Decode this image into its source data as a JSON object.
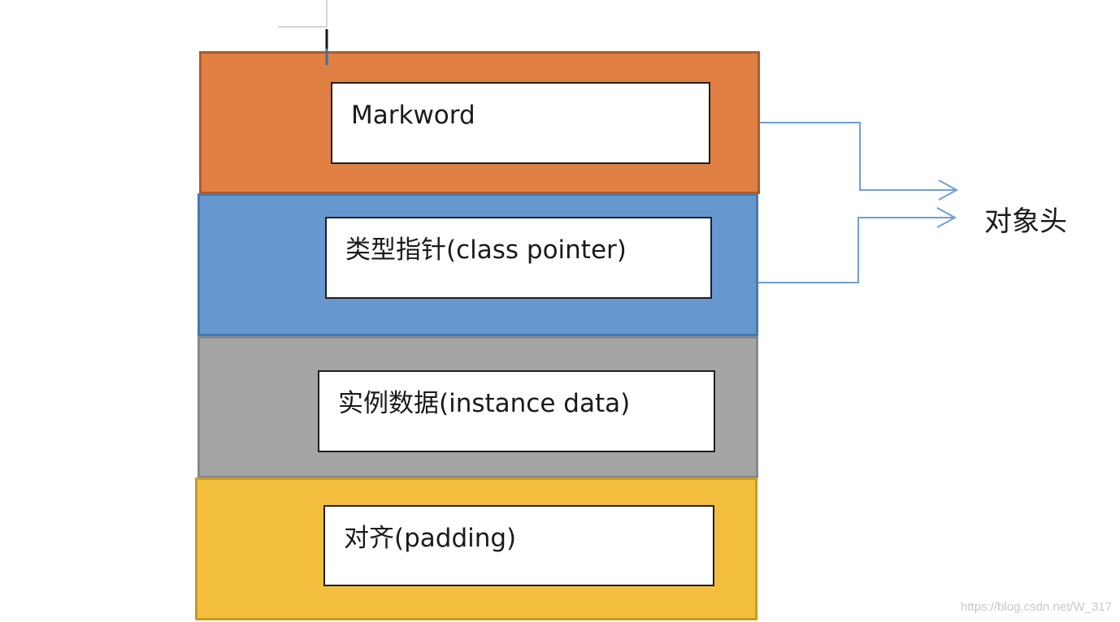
{
  "diagram": {
    "layers": [
      {
        "id": "markword",
        "label": "Markword",
        "color": "#e08043"
      },
      {
        "id": "class-pointer",
        "label": "类型指针(class pointer)",
        "color": "#6698cf"
      },
      {
        "id": "instance-data",
        "label": "实例数据(instance data)",
        "color": "#a5a5a5"
      },
      {
        "id": "padding",
        "label": "对齐(padding)",
        "color": "#f4bf3f"
      }
    ],
    "header_label": "对象头",
    "connector_color": "#6d9fd6"
  },
  "watermark": "https://blog.csdn.net/W_317"
}
